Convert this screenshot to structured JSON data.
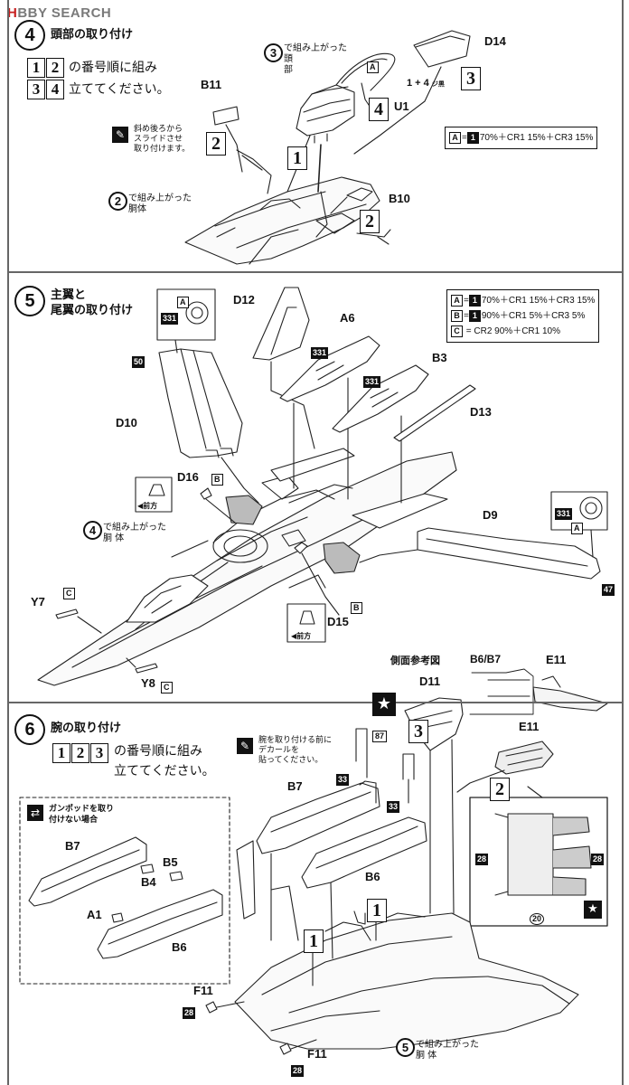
{
  "watermark": {
    "hobby": "H",
    "hobby_rest": "BBY",
    "search": "SEARCH"
  },
  "step4": {
    "number": "4",
    "title": "頭部の取り付け",
    "instruction_line1": "の番号順に組み",
    "instruction_line2": "立ててください。",
    "order_boxes": [
      "1",
      "2",
      "3",
      "4"
    ],
    "head_assembled_num": "3",
    "head_assembled_text1": "で組み上がった",
    "head_assembled_text2": "頭部",
    "body_assembled_num": "2",
    "body_assembled_text1": "で組み上がった",
    "body_assembled_text2": "胴体",
    "slide_note": [
      "斜め後ろから",
      "スライドさせ",
      "取り付けます。"
    ],
    "labels": {
      "D14": "D14",
      "B11": "B11",
      "U1": "U1",
      "B10": "B10"
    },
    "A_tag": "A",
    "sticker_ref": "1 + 4",
    "sticker_suffix": "ジ黒",
    "paint": {
      "key": "A",
      "num": "1",
      "formula": "70%＋CR1 15%＋CR3 15%"
    },
    "callouts": [
      "1",
      "2",
      "2",
      "3",
      "4"
    ]
  },
  "step5": {
    "number": "5",
    "title_line1": "主翼と",
    "title_line2": "尾翼の取り付け",
    "labels": {
      "D12": "D12",
      "A6": "A6",
      "B3": "B3",
      "D13": "D13",
      "D10": "D10",
      "D16": "D16",
      "D9": "D9",
      "D15": "D15",
      "Y7": "Y7",
      "Y8": "Y8"
    },
    "tags": {
      "n331": "331",
      "n50": "50",
      "n47": "47",
      "A": "A",
      "B": "B",
      "C": "C"
    },
    "front_label": "前方",
    "body_assembled_num": "4",
    "body_assembled_text1": "で組み上がった",
    "body_assembled_text2": "胴 体",
    "paint": [
      {
        "key": "A",
        "num": "1",
        "formula": "70%＋CR1 15%＋CR3 15%"
      },
      {
        "key": "B",
        "num": "1",
        "formula": "90%＋CR1 5%＋CR3 5%"
      },
      {
        "key": "C",
        "num": "",
        "formula": "= CR2 90%＋CR1 10%"
      }
    ]
  },
  "step6": {
    "number": "6",
    "title": "腕の取り付け",
    "instruction_line1": "の番号順に組み",
    "instruction_line2": "立ててください。",
    "order_boxes": [
      "1",
      "2",
      "3"
    ],
    "side_ref": "側面参考図",
    "side_ref_parts": "B6/B7",
    "labels": {
      "D11": "D11",
      "E11": "E11",
      "E11b": "E11",
      "B7": "B7",
      "B6": "B6",
      "F11": "F11",
      "F11b": "F11",
      "B7s": "B7",
      "B5": "B5",
      "B4": "B4",
      "A1": "A1",
      "B6s": "B6"
    },
    "tags": {
      "n87": "87",
      "n33": "33",
      "n33b": "33",
      "n28": "28",
      "n28b": "28",
      "n28c": "28",
      "n28d": "28",
      "n20": "20"
    },
    "decal_note": [
      "腕を取り付ける前に",
      "デカールを",
      "貼ってください。"
    ],
    "gunpod_note": [
      "ガンポッドを取り",
      "付けない場合"
    ],
    "body_assembled_num": "5",
    "body_assembled_text1": "で組み上がった",
    "body_assembled_text2": "胴 体",
    "callouts": [
      "1",
      "1",
      "2",
      "3"
    ],
    "star": "★"
  }
}
